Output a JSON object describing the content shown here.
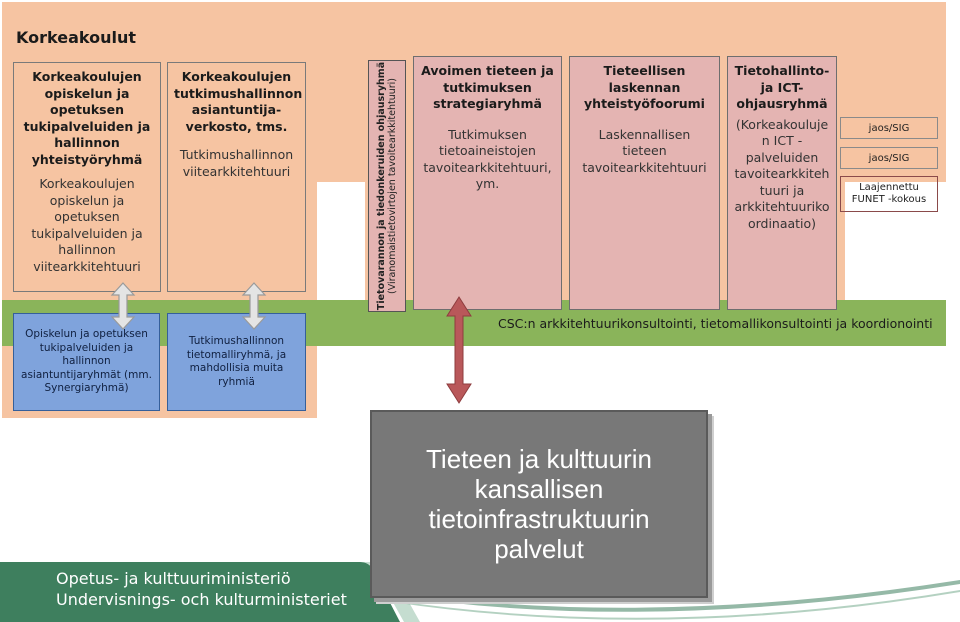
{
  "region_title": "Korkeakoulut",
  "boxes": {
    "box1": {
      "title": "Korkeakoulujen opiskelun ja opetuksen tukipalveluiden ja hallinnon yhteistyöryhmä",
      "body": "Korkeakoulujen opiskelun ja opetuksen tukipalveluiden ja hallinnon viitearkkitehtuuri"
    },
    "box2": {
      "title": "Korkeakoulujen tutkimushallinnon asiantuntija-verkosto, tms.",
      "body": "Tutkimushallinnon viitearkkitehtuuri"
    },
    "vertical": {
      "title": "Tietovarannon ja tiedonkeruiden ohjausryhmä",
      "body": "(Viranomaistietovirtojen tavoitearkkitehtuuri)"
    },
    "pink1": {
      "title": "Avoimen tieteen ja tutkimuksen strategiaryhmä",
      "body": "Tutkimuksen tietoaineistojen tavoitearkkitehtuuri, ym."
    },
    "pink2": {
      "title": "Tieteellisen laskennan yhteistyöfoorumi",
      "body": "Laskennallisen tieteen tavoitearkkitehtuuri"
    },
    "pink3": {
      "title": "Tietohallinto-ja ICT-ohjausryhmä",
      "body": "(Korkeakouluje n ICT - palveluiden tavoitearkkiteh tuuri ja arkkitehtuuriko ordinaatio)"
    }
  },
  "side_boxes": [
    "jaos/SIG",
    "jaos/SIG",
    "Laajennettu FUNET -kokous"
  ],
  "blue_boxes": {
    "blue1": "Opiskelun ja opetuksen tukipalveluiden ja hallinnon asiantuntijaryhmät (mm. Synergiaryhmä)",
    "blue2": "Tutkimushallinnon tietomalliryhmä, ja mahdollisia muita ryhmiä"
  },
  "csc_band": "CSC:n arkkitehtuurikonsultointi, tietomallikonsultointi ja koordionointi",
  "grey_box": "Tieteen ja kulttuurin kansallisen tietoinfrastruktuurin palvelut",
  "footer": {
    "line1": "Opetus- ja kulttuuriministeriö",
    "line2": "Undervisnings- och kulturministeriet"
  },
  "colors": {
    "peach": "#f6c4a2",
    "green": "#8ab45a",
    "pink": "#e4b4b2",
    "blue": "#7fa3dc",
    "grey": "#787878",
    "arrow_red": "#b9585a",
    "footer_green": "#3e7f5e"
  }
}
